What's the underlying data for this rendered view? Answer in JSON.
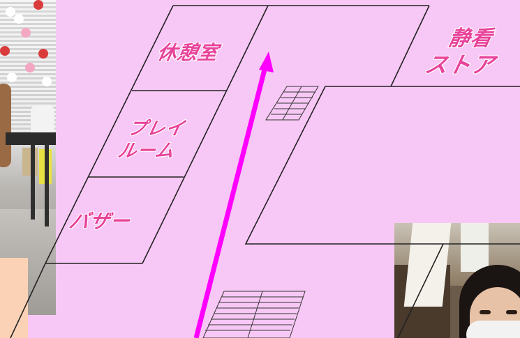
{
  "map": {
    "rooms": {
      "kyukeishitsu": "休憩室",
      "playroom_line1": "プレイ",
      "playroom_line2": "ルーム",
      "bazaar": "バザー",
      "store_line1": "静看",
      "store_line2": "ストア"
    },
    "arrow": {
      "direction": "up",
      "color": "#ff00ff"
    },
    "colors": {
      "floor": "#f7c8f5",
      "label": "#e8429a",
      "wall_line": "#222222"
    }
  },
  "photos": {
    "left": "event-room-photo",
    "right": "person-with-mask-photo"
  }
}
